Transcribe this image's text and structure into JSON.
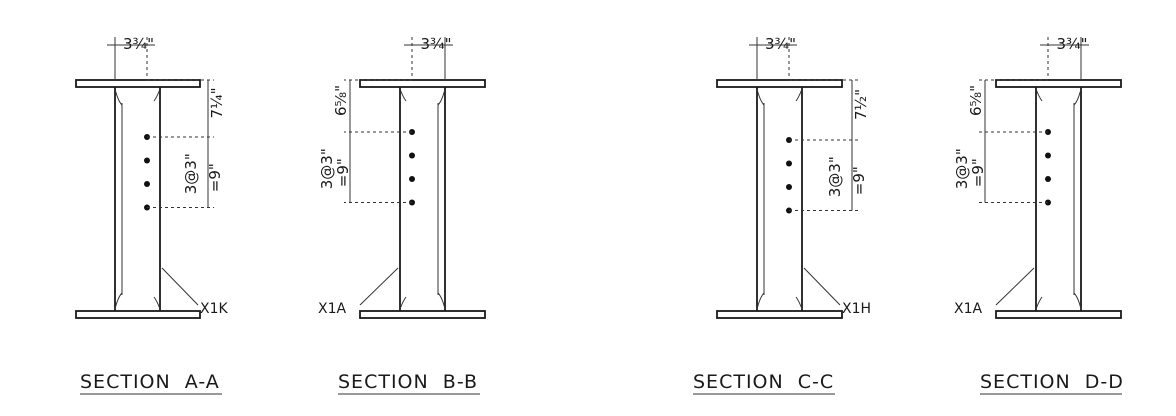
{
  "sections": [
    {
      "title": "SECTION  A-A",
      "flange_dim": "3¾\"",
      "edge_dim": "7¼\"",
      "spacing_dim": "3@3\"",
      "spacing_total": "=9\"",
      "plate_label": "X1K",
      "orientation": "right",
      "bolt_count": 4
    },
    {
      "title": "SECTION  B-B",
      "flange_dim": "3¾\"",
      "edge_dim": "6⅝\"",
      "spacing_dim": "3@3\"",
      "spacing_total": "=9\"",
      "plate_label": "X1A",
      "orientation": "left",
      "bolt_count": 4
    },
    {
      "title": "SECTION  C-C",
      "flange_dim": "3¾\"",
      "edge_dim": "7½\"",
      "spacing_dim": "3@3\"",
      "spacing_total": "=9\"",
      "plate_label": "X1H",
      "orientation": "right",
      "bolt_count": 4
    },
    {
      "title": "SECTION  D-D",
      "flange_dim": "3¾\"",
      "edge_dim": "6⅝\"",
      "spacing_dim": "3@3\"",
      "spacing_total": "=9\"",
      "plate_label": "X1A",
      "orientation": "left",
      "bolt_count": 4
    }
  ]
}
